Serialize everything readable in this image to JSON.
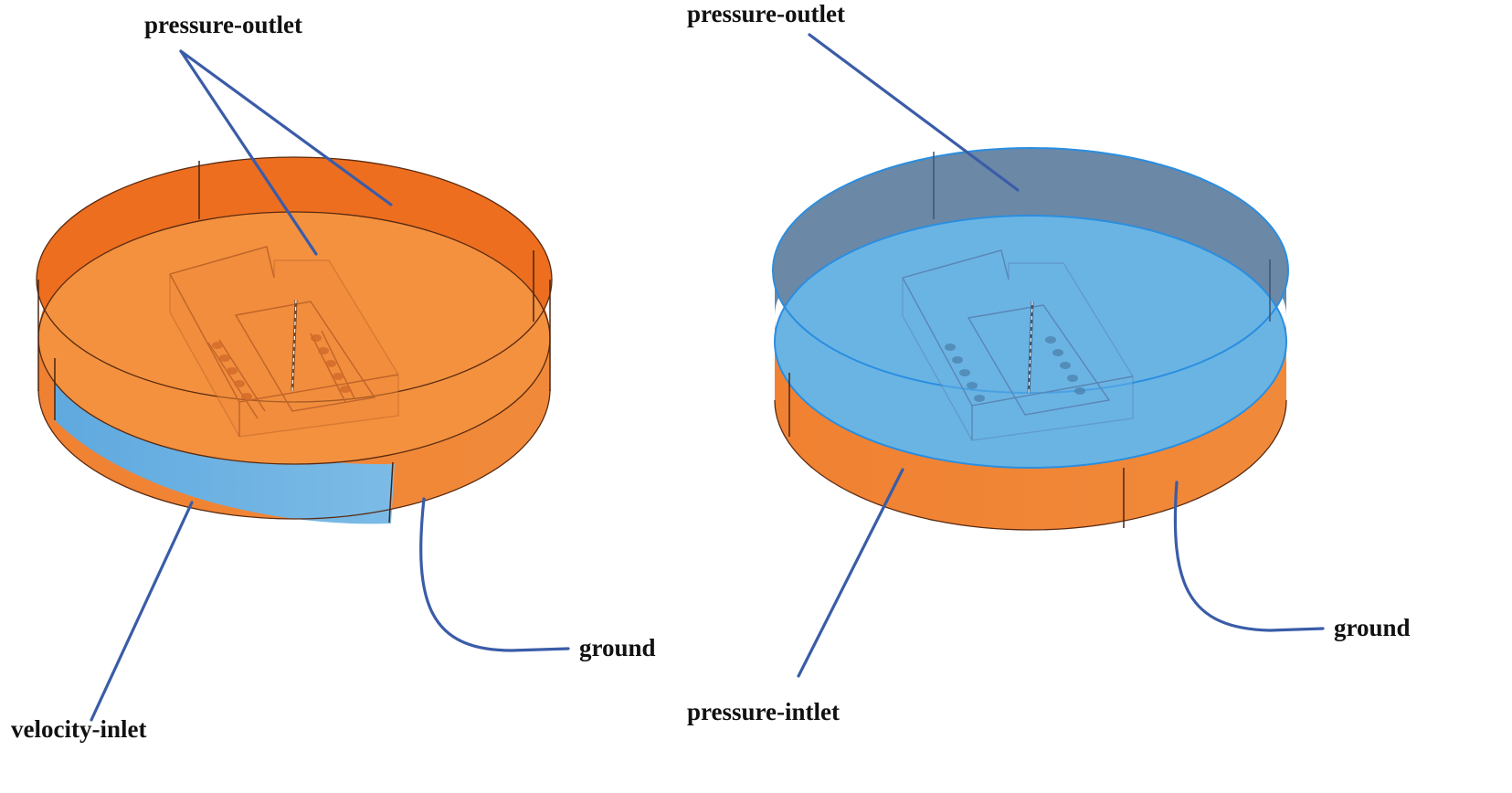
{
  "colors": {
    "orange_wall": "#f28a3c",
    "orange_wall_dark": "#ef6f1e",
    "orange_top": "#f3913f",
    "blue_wall": "#6ab1e3",
    "blue_top": "#6ab4e4",
    "blue_back_wall": "#6b88a6",
    "leader_line": "#3a5ca8",
    "model_stroke_orange": "#c0642a",
    "model_stroke_blue": "#5a86b4"
  },
  "left_diagram": {
    "pressure_outlet_label": "pressure-outlet",
    "velocity_inlet_label": "velocity-inlet",
    "ground_label": "ground"
  },
  "right_diagram": {
    "pressure_outlet_label": "pressure-outlet",
    "pressure_inlet_label": "pressure-intlet",
    "ground_label": "ground"
  }
}
